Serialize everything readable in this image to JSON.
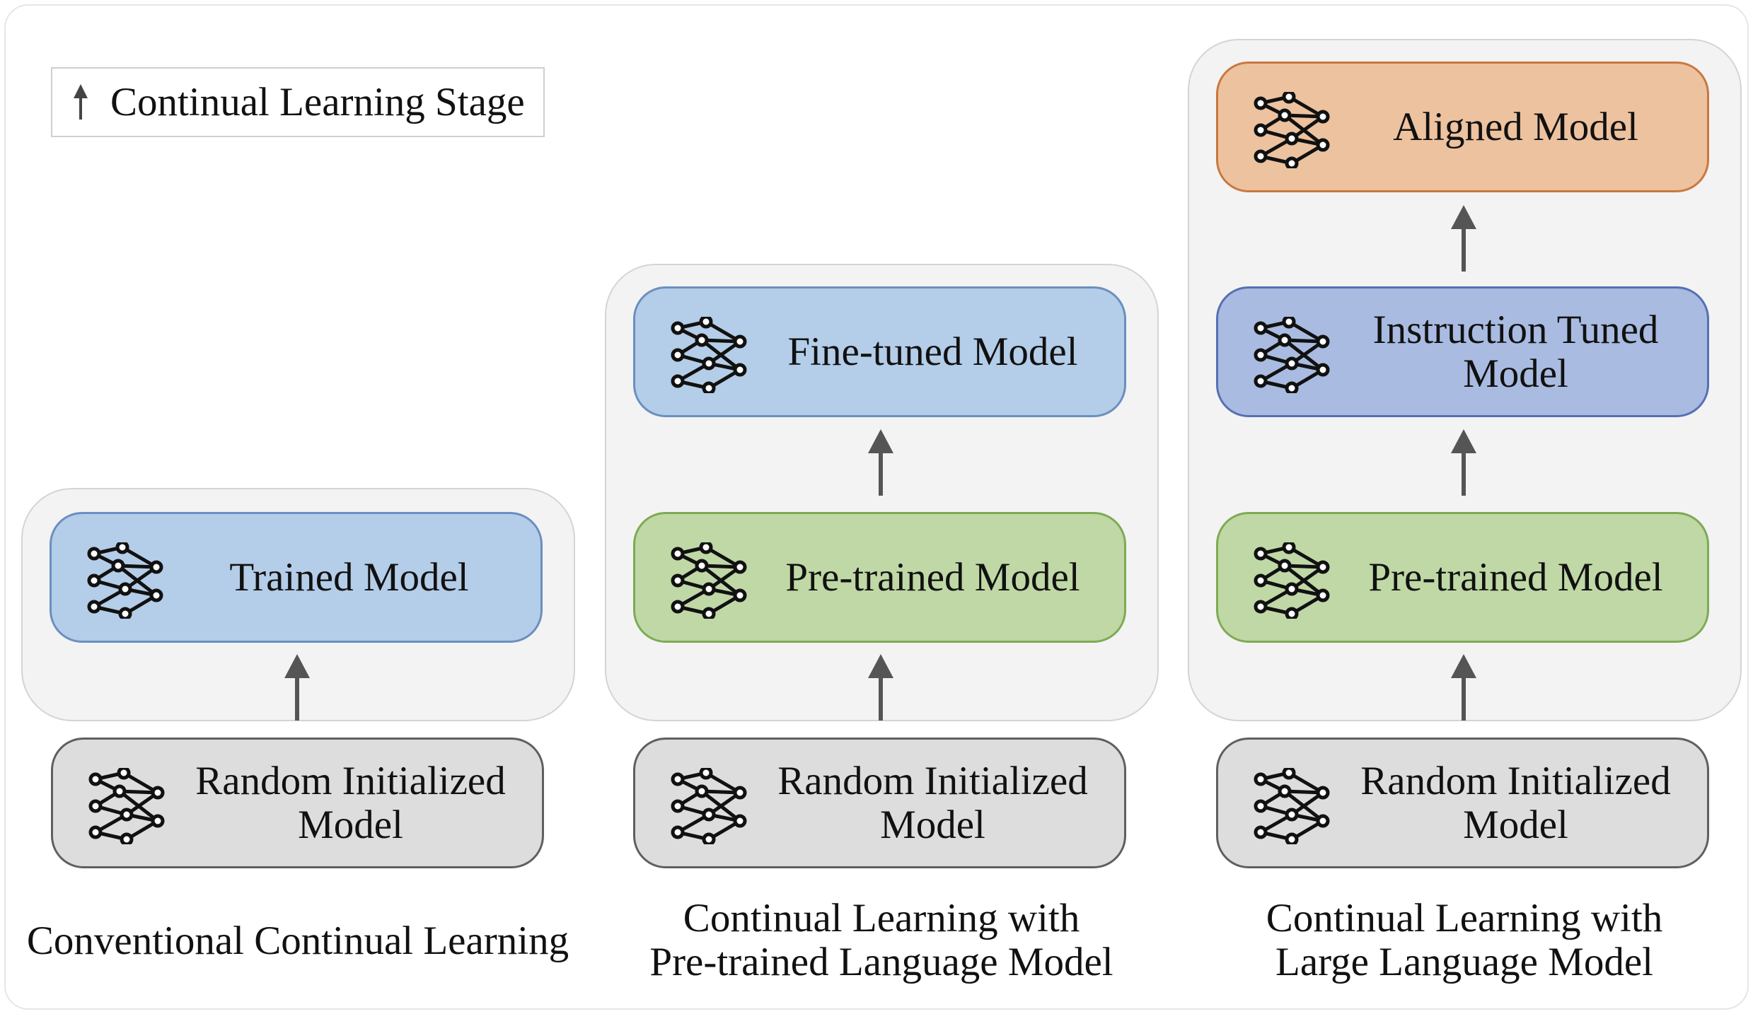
{
  "legend": {
    "label": "Continual Learning Stage",
    "icon": "up-arrow-icon"
  },
  "columns": [
    {
      "caption": "Conventional Continual Learning",
      "boxes": [
        {
          "label": "Random Initialized\nModel",
          "color": "#dddddd",
          "icon": "neural-network-icon"
        },
        {
          "label": "Trained Model",
          "color": "#b4cde8",
          "icon": "neural-network-icon"
        }
      ]
    },
    {
      "caption": "Continual Learning with\nPre-trained Language Model",
      "boxes": [
        {
          "label": "Random Initialized\nModel",
          "color": "#dddddd",
          "icon": "neural-network-icon"
        },
        {
          "label": "Pre-trained Model",
          "color": "#bfd8a6",
          "icon": "neural-network-icon"
        },
        {
          "label": "Fine-tuned Model",
          "color": "#b4cde8",
          "icon": "neural-network-icon"
        }
      ]
    },
    {
      "caption": "Continual Learning with\nLarge Language Model",
      "boxes": [
        {
          "label": "Random Initialized\nModel",
          "color": "#dddddd",
          "icon": "neural-network-icon"
        },
        {
          "label": "Pre-trained Model",
          "color": "#bfd8a6",
          "icon": "neural-network-icon"
        },
        {
          "label": "Instruction Tuned\nModel",
          "color": "#a9bbe0",
          "icon": "neural-network-icon"
        },
        {
          "label": "Aligned Model",
          "color": "#edc29f",
          "icon": "neural-network-icon"
        }
      ]
    }
  ]
}
